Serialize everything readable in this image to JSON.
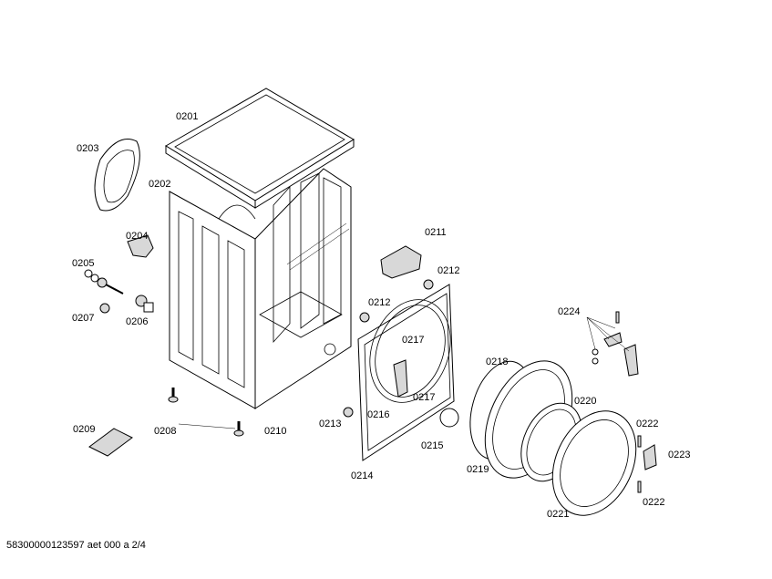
{
  "diagram": {
    "title": "Exploded parts diagram - cabinet, front panel and door",
    "labels": {
      "l0201": "0201",
      "l0202": "0202",
      "l0203": "0203",
      "l0204": "0204",
      "l0205": "0205",
      "l0206": "0206",
      "l0207": "0207",
      "l0208": "0208",
      "l0209": "0209",
      "l0210": "0210",
      "l0211": "0211",
      "l0212a": "0212",
      "l0212b": "0212",
      "l0213": "0213",
      "l0214": "0214",
      "l0215": "0215",
      "l0216": "0216",
      "l0217a": "0217",
      "l0217b": "0217",
      "l0218": "0218",
      "l0219": "0219",
      "l0220": "0220",
      "l0221": "0221",
      "l0222a": "0222",
      "l0222b": "0222",
      "l0223": "0223",
      "l0224": "0224"
    }
  },
  "footer": {
    "doc_id": "58300000123597 aet 000 a 2/4"
  }
}
